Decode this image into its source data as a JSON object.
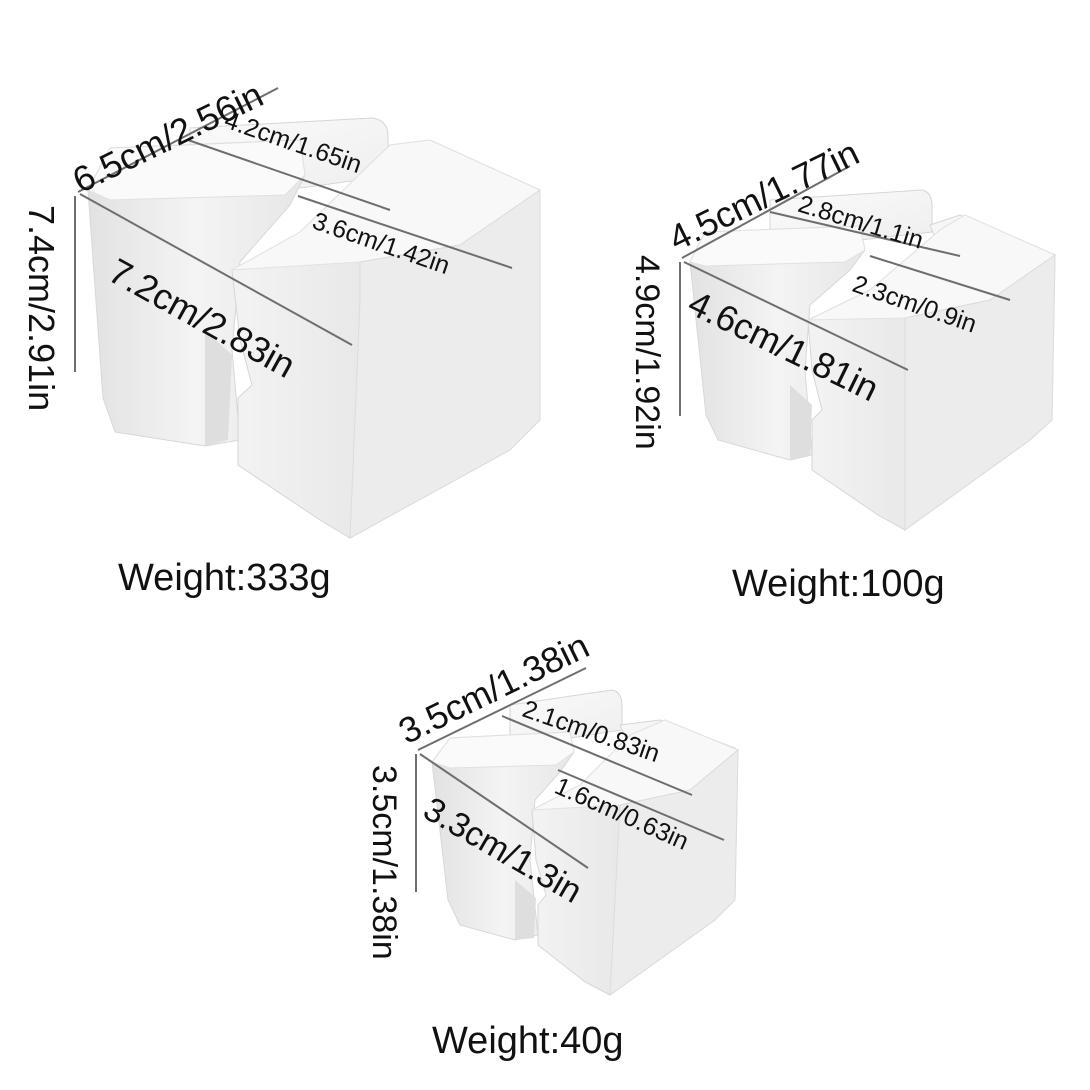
{
  "large": {
    "width": "6.5cm/2.56in",
    "slot_length": "4.2cm/1.65in",
    "slot_width": "3.6cm/1.42in",
    "length": "7.2cm/2.83in",
    "height": "7.4cm/2.91in",
    "weight": "Weight:333g"
  },
  "medium": {
    "width": "4.5cm/1.77in",
    "slot_length": "2.8cm/1.1in",
    "slot_width": "2.3cm/0.9in",
    "length": "4.6cm/1.81in",
    "height": "4.9cm/1.92in",
    "weight": "Weight:100g"
  },
  "small": {
    "width": "3.5cm/1.38in",
    "slot_length": "2.1cm/0.83in",
    "slot_width": "1.6cm/0.63in",
    "length": "3.3cm/1.3in",
    "height": "3.5cm/1.38in",
    "weight": "Weight:40g"
  },
  "colors": {
    "mold": "#f1f1f1",
    "mold_shade": "#dcdcdc",
    "line": "#6e6e6e",
    "text": "#111111"
  }
}
